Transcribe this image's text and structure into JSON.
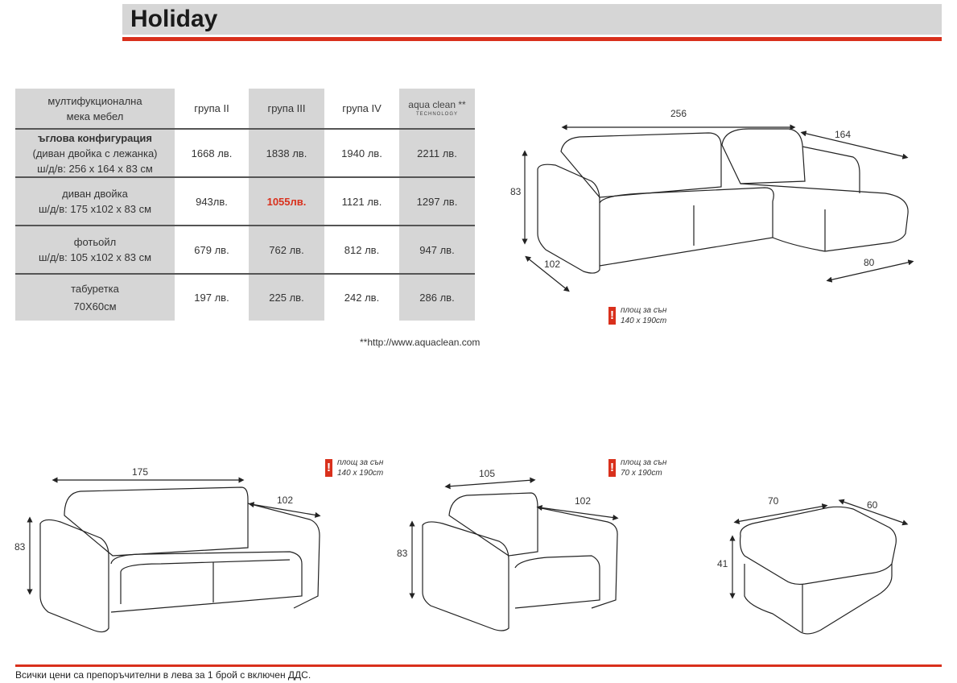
{
  "header": {
    "title": "Holiday"
  },
  "table": {
    "header": {
      "label_line1": "мултифукционална",
      "label_line2": "мека мебел",
      "groups": [
        "група II",
        "група III",
        "група IV"
      ],
      "aqua_logo": "aqua clean **",
      "aqua_tech": "TECHNOLOGY"
    },
    "rows": [
      {
        "line1": "ъглова конфигурация",
        "line2": "(диван двойка с лежанка)",
        "line3": "ш/д/в: 256 x 164 x 83 см",
        "prices": [
          "1668 лв.",
          "1838 лв.",
          "1940 лв.",
          "2211 лв."
        ]
      },
      {
        "line1": "диван двойка",
        "line2": "ш/д/в: 175 x102 x 83 см",
        "prices": [
          "943лв.",
          "1055лв.",
          "1121 лв.",
          "1297 лв."
        ]
      },
      {
        "line1": "фотьойл",
        "line2": "ш/д/в: 105 x102 x 83 см",
        "prices": [
          "679 лв.",
          "762 лв.",
          "812 лв.",
          "947 лв."
        ]
      },
      {
        "line1": "табуретка",
        "line2": "70X60см",
        "prices": [
          "197 лв.",
          "225 лв.",
          "242 лв.",
          "286 лв."
        ]
      }
    ],
    "footnote": "**http://www.aquaclean.com"
  },
  "accent": "#d9301c",
  "notes": [
    {
      "line1": "площ за сън",
      "line2": "140 x 190cm"
    },
    {
      "line1": "площ за сън",
      "line2": "140 x 190cm"
    },
    {
      "line1": "площ за сън",
      "line2": "70 x 190cm"
    }
  ],
  "dims": {
    "corner": {
      "w": "256",
      "d": "164",
      "h": "83",
      "a": "102",
      "b": "80"
    },
    "sofa": {
      "w": "175",
      "d": "102",
      "h": "83"
    },
    "chair": {
      "w": "105",
      "d": "102",
      "h": "83"
    },
    "ottoman": {
      "w": "70",
      "d": "60",
      "h": "41"
    }
  },
  "footer": {
    "text": "Всички цени са препоръчителни в лева за 1 брой с включен ДДС."
  }
}
